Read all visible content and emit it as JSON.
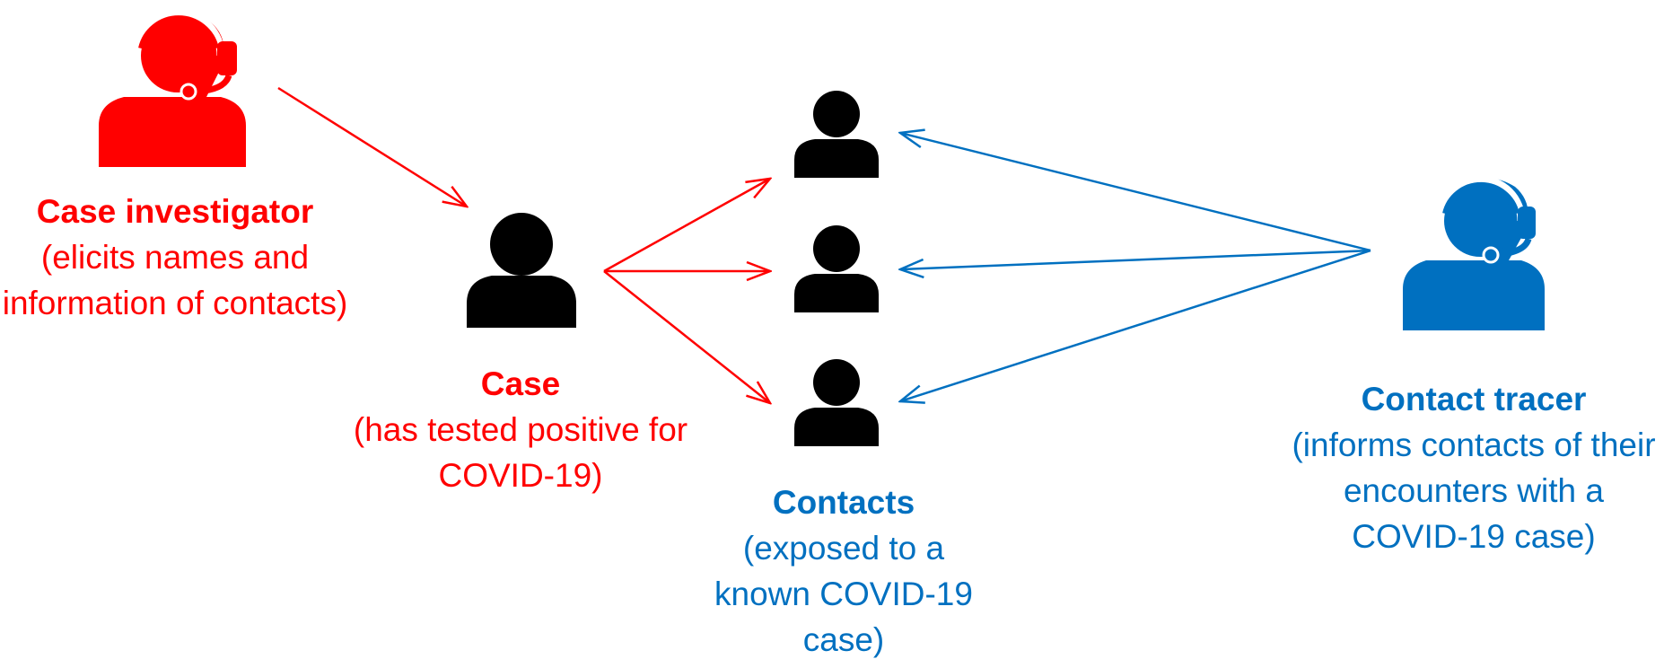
{
  "colors": {
    "investigator": "#ff0000",
    "tracer": "#0070c0",
    "person": "#000000"
  },
  "investigator": {
    "title": "Case investigator",
    "description": "(elicits names and information of contacts)",
    "icon": "person-with-headset-icon"
  },
  "case": {
    "title": "Case",
    "description": "(has tested positive for COVID-19)",
    "icon": "person-icon"
  },
  "contacts": {
    "title": "Contacts",
    "description": "(exposed to a known COVID-19 case)",
    "icon": "person-icon"
  },
  "tracer": {
    "title": "Contact tracer",
    "description": "(informs contacts of their encounters with a COVID-19 case)",
    "icon": "person-with-headset-icon"
  }
}
